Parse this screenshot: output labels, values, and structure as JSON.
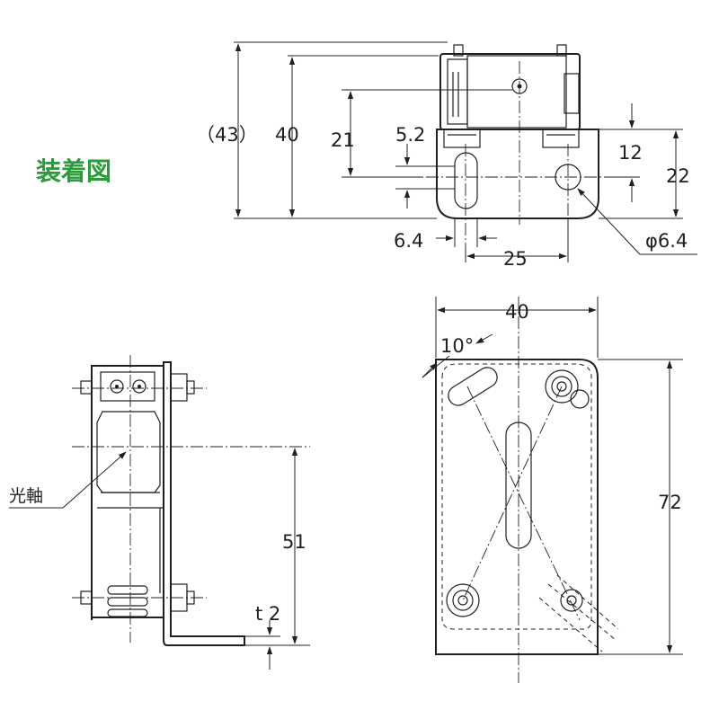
{
  "title": "装着図",
  "colors": {
    "title": "#2a9d3a",
    "line": "#231f20"
  },
  "labels": {
    "optical_axis": "光軸",
    "angle": "10°",
    "thickness": "t 2"
  },
  "dimensions": {
    "d43": "（43）",
    "d40_left": "40",
    "d21": "21",
    "d5_2": "5.2",
    "d12": "12",
    "d22": "22",
    "d6_4": "6.4",
    "d25": "25",
    "dphi6_4": "φ6.4",
    "d40_top": "40",
    "d72": "72",
    "d51": "51"
  }
}
